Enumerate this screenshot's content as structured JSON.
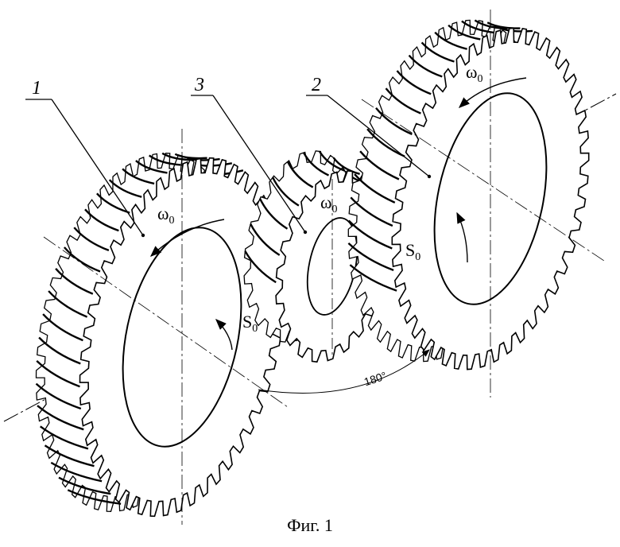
{
  "labels": {
    "part_1": "1",
    "part_2": "2",
    "part_3": "3"
  },
  "symbols": {
    "omega": "ω",
    "feed": "S",
    "subscript": "0"
  },
  "angle_label": "180°",
  "caption": "Фиг. 1",
  "colors": {
    "ink": "#000000",
    "paper": "#ffffff"
  }
}
